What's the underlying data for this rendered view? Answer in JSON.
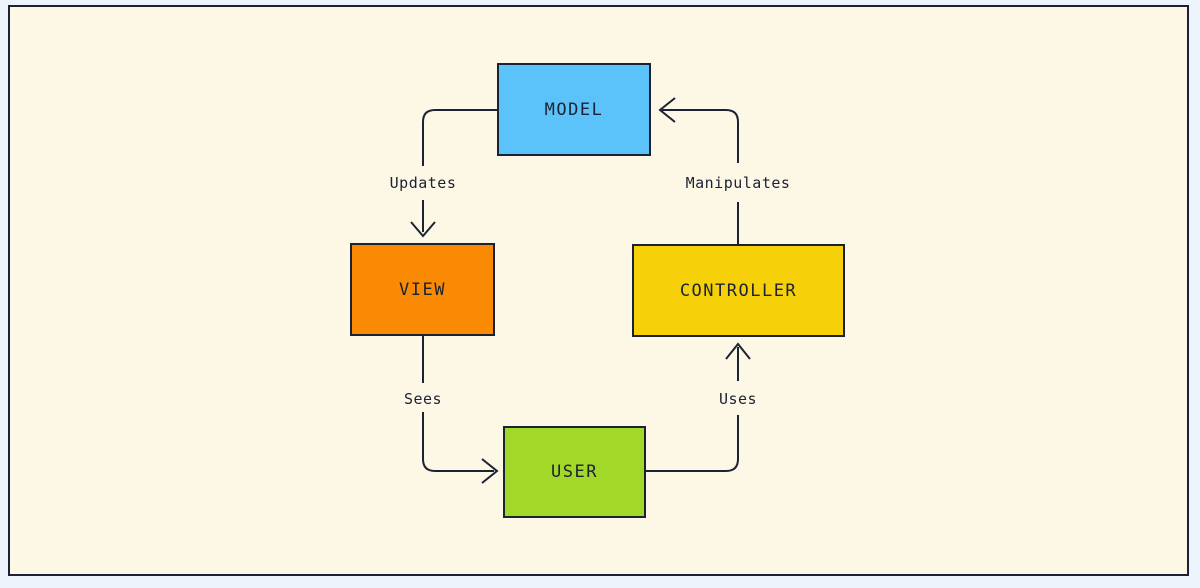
{
  "diagram": {
    "title": "MVC pattern diagram",
    "canvas_background": "#FDF7E6",
    "outer_background": "#EEF4FB",
    "ink_color": "#1B2233"
  },
  "nodes": [
    {
      "id": "model",
      "label": "MODEL",
      "color": "#5BC3FA"
    },
    {
      "id": "view",
      "label": "VIEW",
      "color": "#FA8A03"
    },
    {
      "id": "controller",
      "label": "CONTROLLER",
      "color": "#F6D10A"
    },
    {
      "id": "user",
      "label": "USER",
      "color": "#A2D929"
    }
  ],
  "edges": [
    {
      "from": "MODEL",
      "to": "VIEW",
      "label": "Updates"
    },
    {
      "from": "CONTROLLER",
      "to": "MODEL",
      "label": "Manipulates"
    },
    {
      "from": "VIEW",
      "to": "USER",
      "label": "Sees"
    },
    {
      "from": "USER",
      "to": "CONTROLLER",
      "label": "Uses"
    }
  ]
}
